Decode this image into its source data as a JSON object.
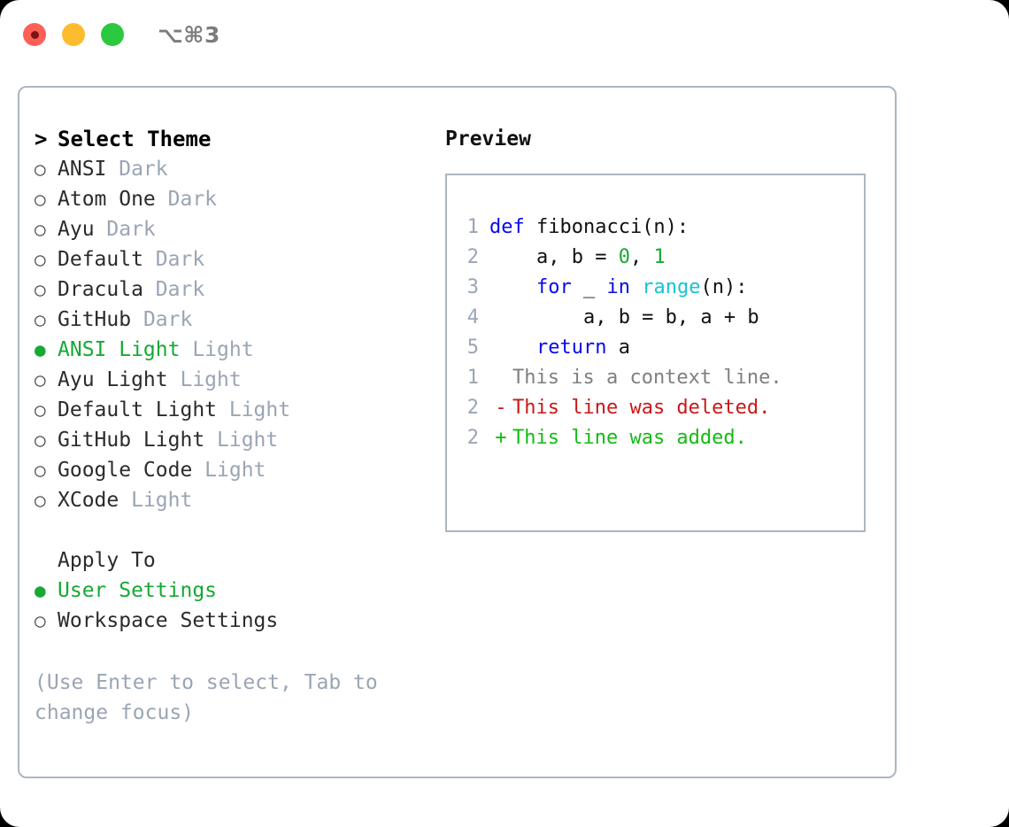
{
  "window": {
    "title": "⌥⌘3",
    "traffic_lights": [
      "close-red",
      "minimize-yellow",
      "maximize-green"
    ]
  },
  "colors": {
    "accent_green": "#16a934",
    "muted": "#9aa5b4",
    "border": "#acb6c2",
    "keyword_blue": "#0808ee",
    "function_cyan": "#15c4d6",
    "number_green": "#16a934",
    "diff_add": "#13bb13",
    "diff_del": "#cc1717",
    "diff_ctx": "#7f7f7f"
  },
  "theme_picker": {
    "prompt": ">",
    "heading": "Select Theme",
    "bullet_selected": "●",
    "bullet_unselected": "○",
    "items": [
      {
        "name": "ANSI",
        "kind": "Dark",
        "selected": false
      },
      {
        "name": "Atom One",
        "kind": "Dark",
        "selected": false
      },
      {
        "name": "Ayu",
        "kind": "Dark",
        "selected": false
      },
      {
        "name": "Default",
        "kind": "Dark",
        "selected": false
      },
      {
        "name": "Dracula",
        "kind": "Dark",
        "selected": false
      },
      {
        "name": "GitHub",
        "kind": "Dark",
        "selected": false
      },
      {
        "name": "ANSI Light",
        "kind": "Light",
        "selected": true
      },
      {
        "name": "Ayu Light",
        "kind": "Light",
        "selected": false
      },
      {
        "name": "Default Light",
        "kind": "Light",
        "selected": false
      },
      {
        "name": "GitHub Light",
        "kind": "Light",
        "selected": false
      },
      {
        "name": "Google Code",
        "kind": "Light",
        "selected": false
      },
      {
        "name": "XCode",
        "kind": "Light",
        "selected": false
      }
    ]
  },
  "apply_to": {
    "label": "Apply To",
    "options": [
      {
        "name": "User Settings",
        "selected": true
      },
      {
        "name": "Workspace Settings",
        "selected": false
      }
    ]
  },
  "hint": "(Use Enter to select, Tab to change focus)",
  "preview": {
    "title": "Preview",
    "code": [
      {
        "no": "1",
        "parts": [
          {
            "t": "def ",
            "c": "kw"
          },
          {
            "t": "fibonacci(n):",
            "c": "txt"
          }
        ]
      },
      {
        "no": "2",
        "parts": [
          {
            "t": "    a, b = ",
            "c": "txt"
          },
          {
            "t": "0",
            "c": "num"
          },
          {
            "t": ", ",
            "c": "txt"
          },
          {
            "t": "1",
            "c": "num"
          }
        ]
      },
      {
        "no": "3",
        "parts": [
          {
            "t": "    ",
            "c": "txt"
          },
          {
            "t": "for",
            "c": "kw"
          },
          {
            "t": " _ ",
            "c": "txt"
          },
          {
            "t": "in",
            "c": "kw"
          },
          {
            "t": " ",
            "c": "txt"
          },
          {
            "t": "range",
            "c": "fn"
          },
          {
            "t": "(n):",
            "c": "txt"
          }
        ]
      },
      {
        "no": "4",
        "parts": [
          {
            "t": "        a, b = b, a + b",
            "c": "txt"
          }
        ]
      },
      {
        "no": "5",
        "parts": [
          {
            "t": "    ",
            "c": "txt"
          },
          {
            "t": "return",
            "c": "kw"
          },
          {
            "t": " a",
            "c": "txt"
          }
        ]
      }
    ],
    "diff": [
      {
        "no": "1",
        "sign": " ",
        "text": "This is a context line.",
        "kind": "ctx"
      },
      {
        "no": "2",
        "sign": "-",
        "text": "This line was deleted.",
        "kind": "del"
      },
      {
        "no": "2",
        "sign": "+",
        "text": "This line was added.",
        "kind": "add"
      }
    ]
  }
}
